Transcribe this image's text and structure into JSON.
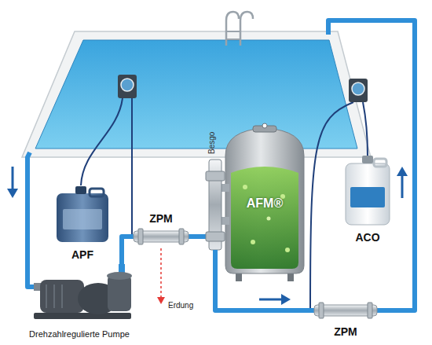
{
  "diagram": {
    "nodes": [
      {
        "text": [
          "APF"
        ]
      },
      {
        "text": [
          "ACO"
        ]
      },
      {
        "text": [
          "ZPM"
        ]
      },
      {
        "text": [
          "AFM®"
        ]
      },
      {
        "text": [
          "Drehzahlregulierte Pumpe"
        ]
      },
      {
        "text": [
          "ZPM"
        ]
      }
    ],
    "edges": [
      {
        "from": 4,
        "to": 2,
        "arrow": "none"
      },
      {
        "from": 2,
        "to": 3,
        "arrow": "none"
      },
      {
        "from": 3,
        "to": 5,
        "arrow": "none"
      }
    ],
    "labels": [
      "Besgo",
      "Erdung"
    ]
  }
}
